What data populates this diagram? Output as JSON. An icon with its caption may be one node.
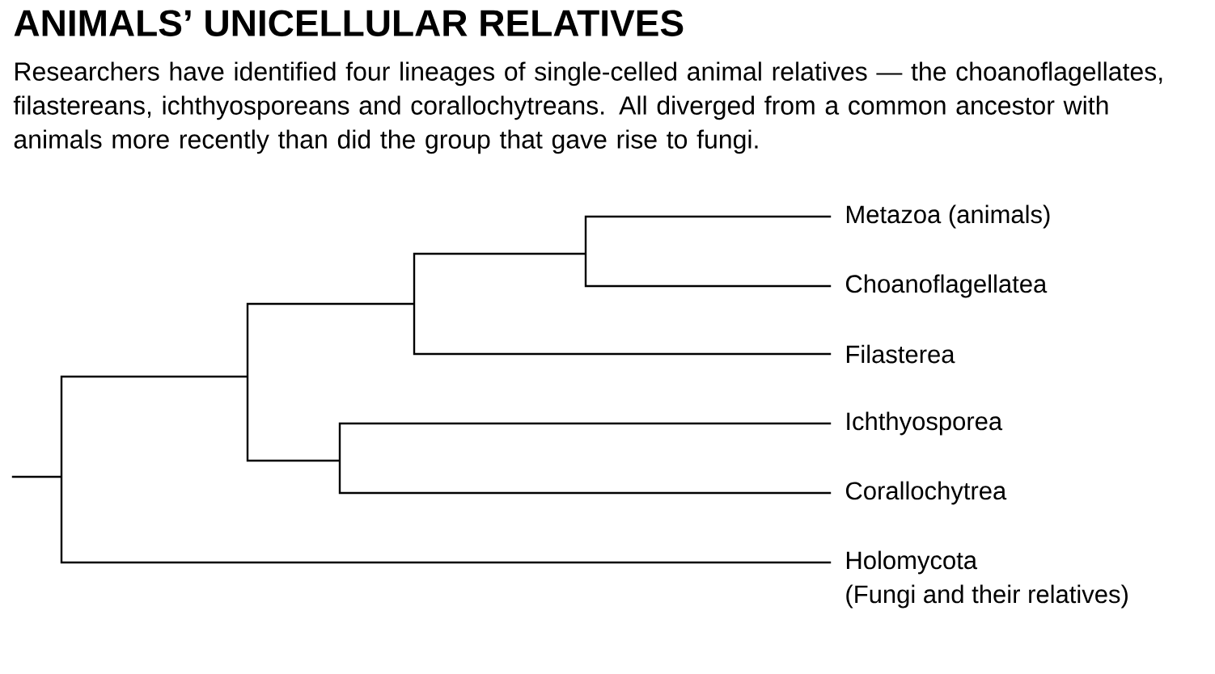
{
  "diagram": {
    "title": "ANIMALS’ UNICELLULAR RELATIVES",
    "caption": "Researchers have identified four lineages of single-celled animal relatives — the choanoflagellates, filastereans, ichthyosporeans and corallochytreans. All diverged from a common ancestor with animals more recently than did the group that gave rise to fungi.",
    "labels": [
      "Metazoa (animals)",
      "Choanoflagellatea",
      "Filasterea",
      "Ichthyosporea",
      "Corallochytrea",
      "Holomycota",
      "(Fungi and their relatives)"
    ]
  }
}
